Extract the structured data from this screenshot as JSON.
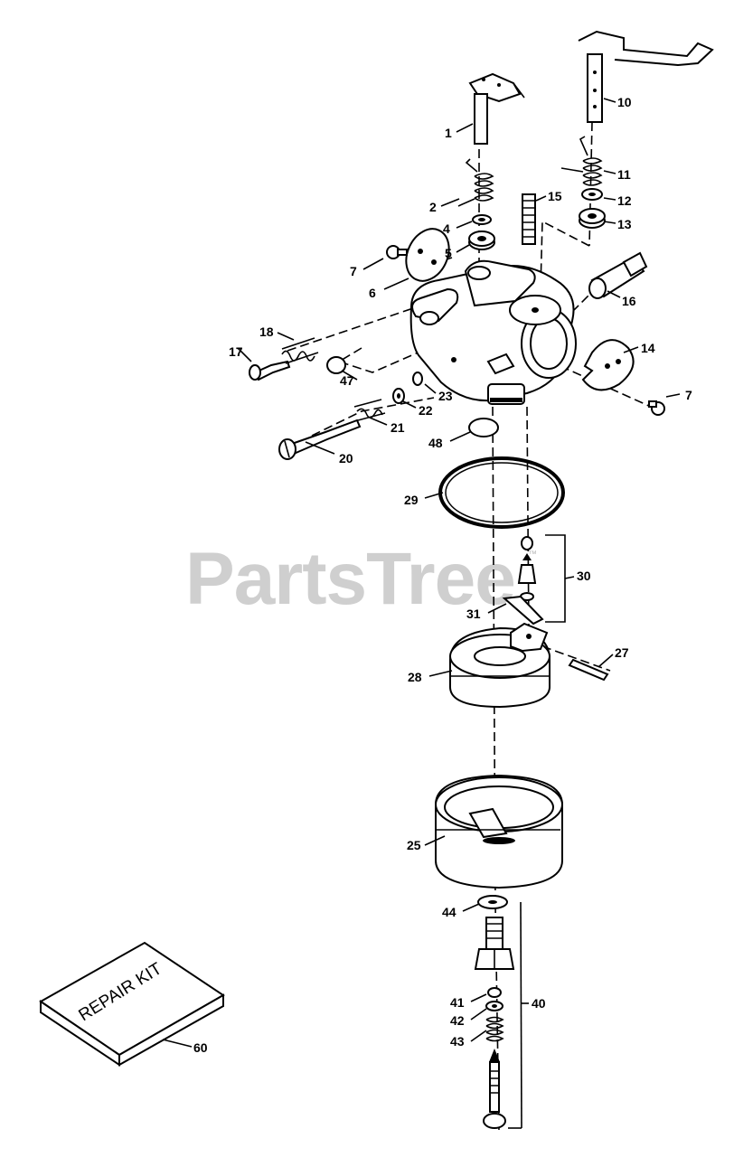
{
  "watermark": {
    "text": "PartsTree",
    "trademark": "™"
  },
  "repair_kit": {
    "text": "REPAIR KIT"
  },
  "callouts": [
    "1",
    "2",
    "4",
    "5",
    "6",
    "7",
    "10",
    "11",
    "12",
    "13",
    "14",
    "7",
    "15",
    "16",
    "17",
    "18",
    "20",
    "21",
    "22",
    "23",
    "25",
    "27",
    "28",
    "29",
    "30",
    "31",
    "40",
    "41",
    "42",
    "43",
    "44",
    "47",
    "48",
    "60"
  ]
}
